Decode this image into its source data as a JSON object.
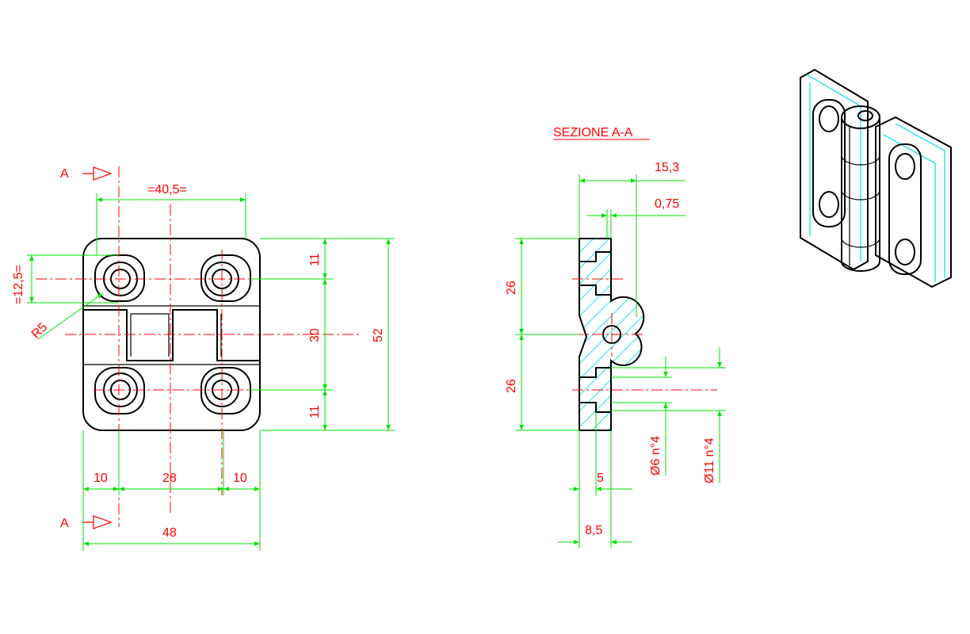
{
  "section_title": "SEZIONE A-A",
  "section_marks": {
    "top": "A",
    "bottom": "A"
  },
  "front_view": {
    "width_overall": "48",
    "hole_spacing_x": "=40,5=",
    "margin_left": "10",
    "center_span": "28",
    "margin_right": "10",
    "height_overall": "52",
    "hole_spacing_y": "30",
    "top_offset": "11",
    "bottom_offset": "11",
    "slot_depth": "=12,5=",
    "radius": "R5"
  },
  "section_view": {
    "width_top": "15,3",
    "gap": "0,75",
    "height_upper": "26",
    "height_lower": "26",
    "counterbore_depth": "5",
    "thickness": "8,5",
    "hole_small": "Ø6 n°4",
    "hole_large": "Ø11 n°4"
  },
  "colors": {
    "outline": "#000000",
    "dimension_line": "#00e000",
    "dimension_text": "#ff0000",
    "hatch": "#00e0e0"
  }
}
